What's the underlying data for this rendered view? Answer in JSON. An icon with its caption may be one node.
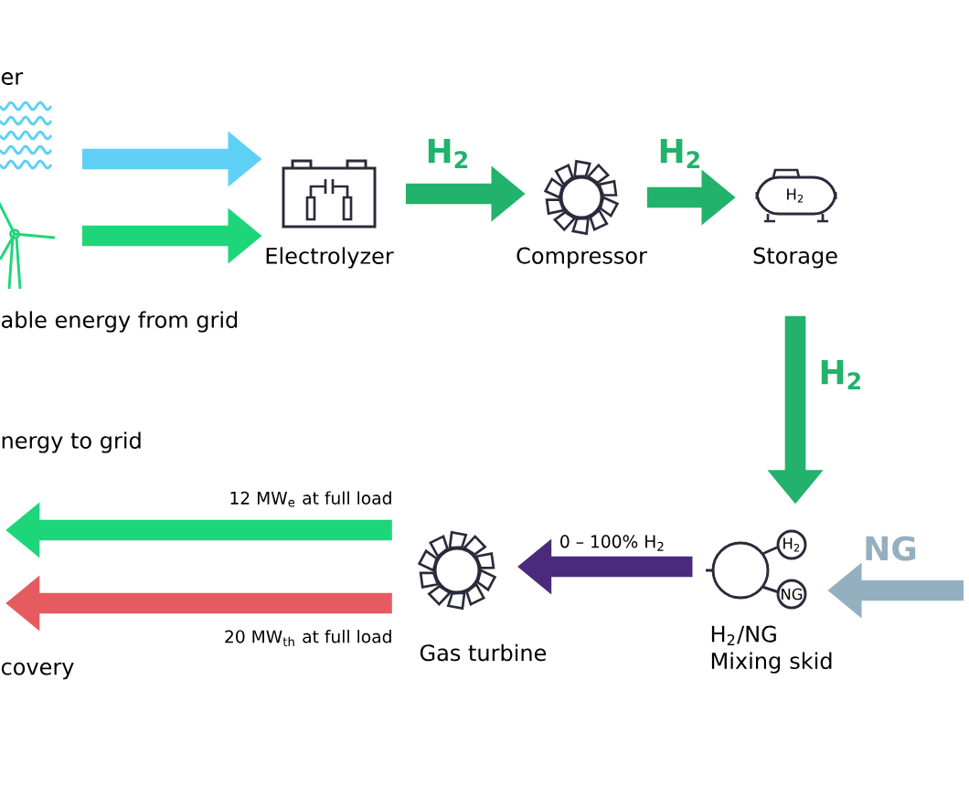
{
  "diagram": {
    "nodes": [
      {
        "text": [
          "er"
        ]
      },
      {
        "text": [
          "able energy from grid"
        ]
      },
      {
        "text": [
          "Electrolyzer"
        ]
      },
      {
        "text": [
          "Compressor"
        ]
      },
      {
        "text": [
          "H$_{2}$",
          "Storage"
        ]
      },
      {
        "text": [
          "H$_{2}$",
          "NG",
          "H$_{2}$/NG Mixing skid"
        ]
      },
      {
        "text": [
          "Gas turbine"
        ]
      }
    ],
    "edges": [
      {
        "from": 0,
        "to": 2,
        "arrow": "to",
        "color": "#5fd0f5"
      },
      {
        "from": 1,
        "to": 2,
        "arrow": "to",
        "color": "#1ed67a"
      },
      {
        "from": 2,
        "to": 3,
        "arrow": "to",
        "label": "H$_{2}$"
      },
      {
        "from": 3,
        "to": 4,
        "arrow": "to",
        "label": "H$_{2}$"
      },
      {
        "from": 4,
        "to": 5,
        "arrow": "to",
        "label": "H$_{2}$"
      },
      {
        "from": null,
        "to": 5,
        "arrow": "to",
        "label": "NG",
        "color": "#94afc0"
      },
      {
        "from": 5,
        "to": 6,
        "arrow": "to",
        "label": "0 – 100% H$_{2}$",
        "color": "#4a2a7c"
      },
      {
        "from": 6,
        "to": null,
        "arrow": "to",
        "label": "12 MW$_{e}$ at full load",
        "color": "#1ed67a"
      },
      {
        "from": 6,
        "to": null,
        "arrow": "to",
        "label": "20 MW$_{th}$ at full load",
        "color": "#e65b5f"
      }
    ],
    "labels": [
      "nergy to grid",
      "covery"
    ]
  }
}
